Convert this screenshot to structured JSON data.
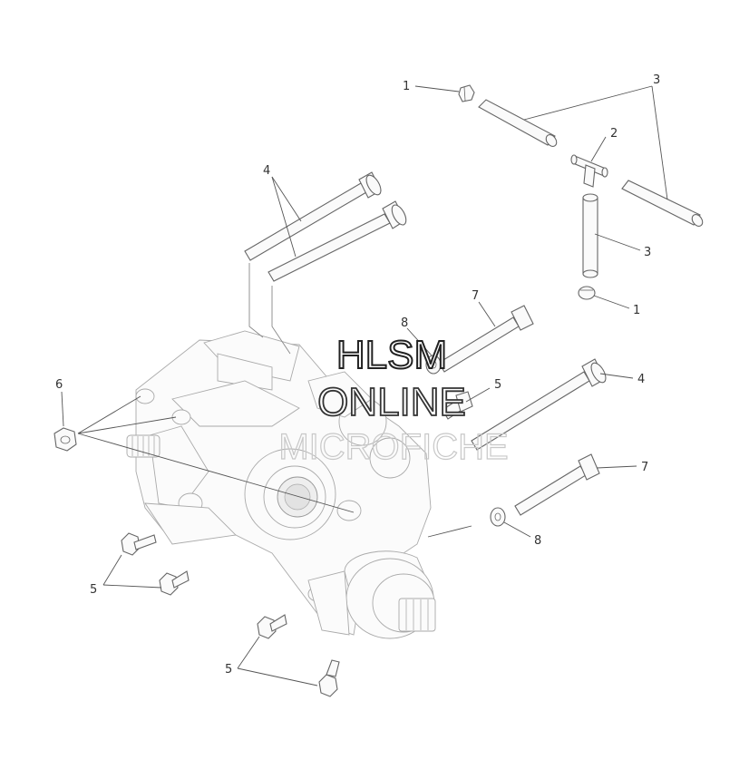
{
  "callouts": {
    "c1_top": "1",
    "c1_bottom": "1",
    "c2": "2",
    "c3_top": "3",
    "c3_mid": "3",
    "c4_top": "4",
    "c4_right": "4",
    "c5_center": "5",
    "c5_left": "5",
    "c5_bottom": "5",
    "c6": "6",
    "c7_top": "7",
    "c7_bottom": "7",
    "c8_top": "8",
    "c8_bottom": "8"
  },
  "watermark": {
    "line1": "HLSM",
    "line2": "ONLINE",
    "line3": "MICROFICHE"
  }
}
